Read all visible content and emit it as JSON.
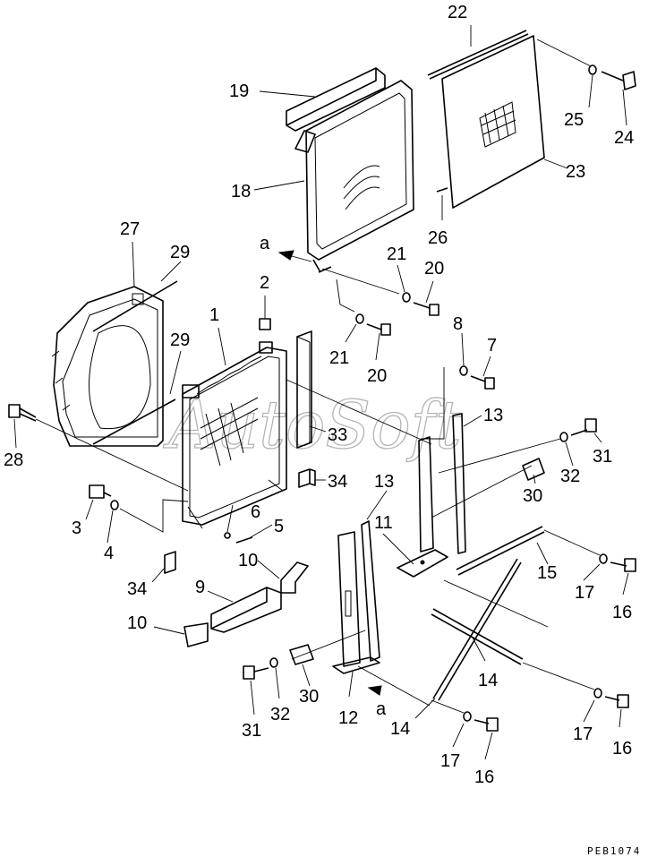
{
  "watermark": "AutoSoft",
  "drawing_code": "PEB1074",
  "callouts": [
    {
      "id": "c-1",
      "label": "1"
    },
    {
      "id": "c-2",
      "label": "2"
    },
    {
      "id": "c-3",
      "label": "3"
    },
    {
      "id": "c-4",
      "label": "4"
    },
    {
      "id": "c-5",
      "label": "5"
    },
    {
      "id": "c-6",
      "label": "6"
    },
    {
      "id": "c-7",
      "label": "7"
    },
    {
      "id": "c-8",
      "label": "8"
    },
    {
      "id": "c-9",
      "label": "9"
    },
    {
      "id": "c-10a",
      "label": "10"
    },
    {
      "id": "c-10b",
      "label": "10"
    },
    {
      "id": "c-11",
      "label": "11"
    },
    {
      "id": "c-12",
      "label": "12"
    },
    {
      "id": "c-13a",
      "label": "13"
    },
    {
      "id": "c-13b",
      "label": "13"
    },
    {
      "id": "c-14a",
      "label": "14"
    },
    {
      "id": "c-14b",
      "label": "14"
    },
    {
      "id": "c-15",
      "label": "15"
    },
    {
      "id": "c-16a",
      "label": "16"
    },
    {
      "id": "c-16b",
      "label": "16"
    },
    {
      "id": "c-16c",
      "label": "16"
    },
    {
      "id": "c-17a",
      "label": "17"
    },
    {
      "id": "c-17b",
      "label": "17"
    },
    {
      "id": "c-17c",
      "label": "17"
    },
    {
      "id": "c-18",
      "label": "18"
    },
    {
      "id": "c-19",
      "label": "19"
    },
    {
      "id": "c-20a",
      "label": "20"
    },
    {
      "id": "c-20b",
      "label": "20"
    },
    {
      "id": "c-21a",
      "label": "21"
    },
    {
      "id": "c-21b",
      "label": "21"
    },
    {
      "id": "c-22",
      "label": "22"
    },
    {
      "id": "c-23",
      "label": "23"
    },
    {
      "id": "c-24",
      "label": "24"
    },
    {
      "id": "c-25",
      "label": "25"
    },
    {
      "id": "c-26",
      "label": "26"
    },
    {
      "id": "c-27",
      "label": "27"
    },
    {
      "id": "c-28",
      "label": "28"
    },
    {
      "id": "c-29a",
      "label": "29"
    },
    {
      "id": "c-29b",
      "label": "29"
    },
    {
      "id": "c-30a",
      "label": "30"
    },
    {
      "id": "c-30b",
      "label": "30"
    },
    {
      "id": "c-31a",
      "label": "31"
    },
    {
      "id": "c-31b",
      "label": "31"
    },
    {
      "id": "c-32a",
      "label": "32"
    },
    {
      "id": "c-32b",
      "label": "32"
    },
    {
      "id": "c-33",
      "label": "33"
    },
    {
      "id": "c-34a",
      "label": "34"
    },
    {
      "id": "c-34b",
      "label": "34"
    },
    {
      "id": "c-aa",
      "label": "a"
    },
    {
      "id": "c-ab",
      "label": "a"
    }
  ]
}
